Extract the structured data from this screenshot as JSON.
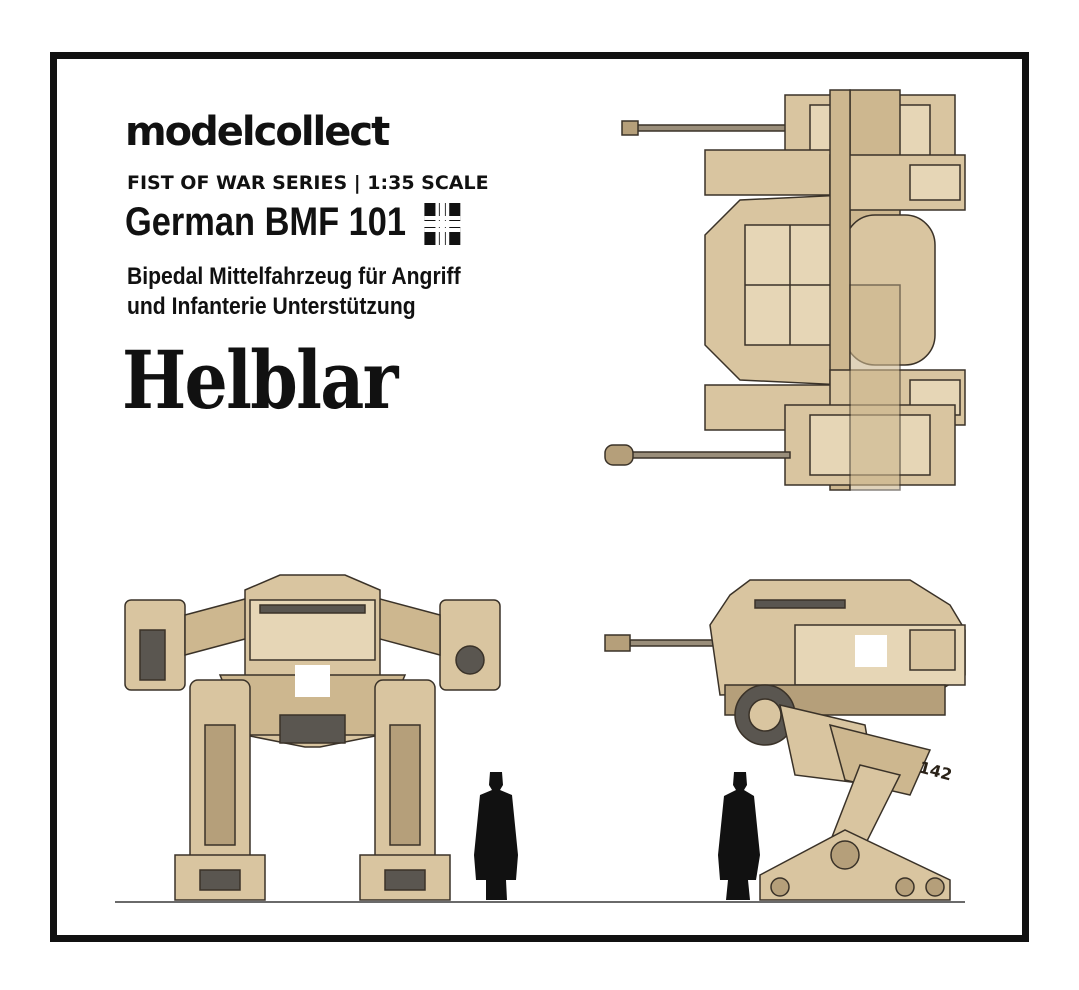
{
  "header": {
    "brand": "modelcollect",
    "series": "FIST OF WAR SERIES | 1:35 SCALE",
    "model": "German BMF 101",
    "subtitle_line1": "Bipedal Mittelfahrzeug für Angriff",
    "subtitle_line2": "und Infanterie Unterstützung",
    "name": "Helblar"
  },
  "side_view": {
    "hull_number": "142"
  },
  "colors": {
    "tan": "#d9c5a0",
    "tan_light": "#e6d6b6",
    "tan_dark": "#b59f7a",
    "steel": "#5a5650",
    "outline": "#3a3228",
    "silhouette": "#111111"
  },
  "icons": [
    "balkenkreuz-icon"
  ]
}
